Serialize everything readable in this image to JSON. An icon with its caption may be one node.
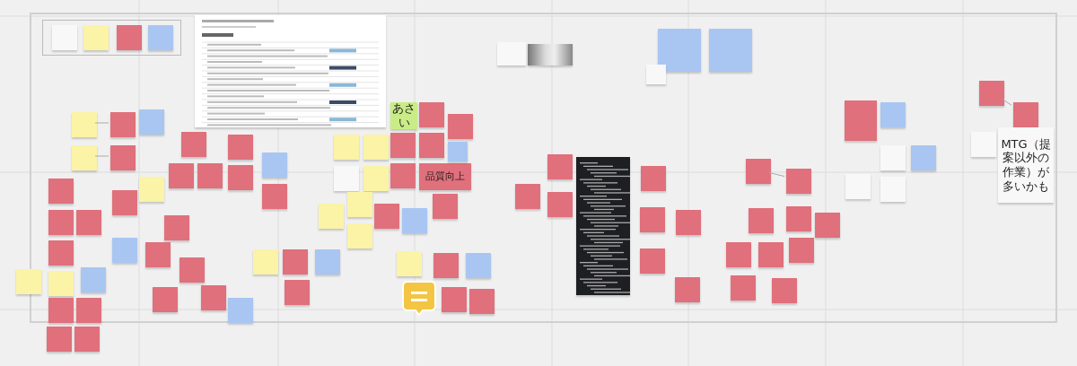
{
  "diagram": {
    "nodes": [
      {
        "text": [],
        "shape": "box"
      },
      {
        "text": [],
        "shape": "box",
        "in": 0
      },
      {
        "text": [],
        "shape": "box",
        "in": 1
      },
      {
        "text": [],
        "shape": "box",
        "in": 1
      },
      {
        "text": [],
        "shape": "box",
        "in": 1
      },
      {
        "text": [],
        "shape": "box",
        "in": 1
      },
      {
        "text": [],
        "shape": "picture",
        "in": 0
      },
      {
        "text": [],
        "shape": "box",
        "in": 0
      },
      {
        "text": [],
        "shape": "box",
        "in": 0
      },
      {
        "text": [],
        "shape": "box",
        "in": 0
      },
      {
        "text": [],
        "shape": "box",
        "in": 0
      },
      {
        "text": [],
        "shape": "box",
        "in": 0
      },
      {
        "text": [],
        "shape": "box",
        "in": 0
      },
      {
        "text": [],
        "shape": "box",
        "in": 0
      },
      {
        "text": [],
        "shape": "box",
        "in": 0
      },
      {
        "text": [],
        "shape": "box",
        "in": 0
      },
      {
        "text": [],
        "shape": "box"
      },
      {
        "text": [],
        "shape": "box",
        "in": 0
      },
      {
        "text": [],
        "shape": "box",
        "in": 0
      },
      {
        "text": [],
        "shape": "box",
        "in": 0
      },
      {
        "text": [],
        "shape": "box",
        "in": 0
      },
      {
        "text": [],
        "shape": "box"
      },
      {
        "text": [],
        "shape": "box"
      },
      {
        "text": [],
        "shape": "box",
        "in": 0
      },
      {
        "text": [],
        "shape": "box",
        "in": 0
      },
      {
        "text": [],
        "shape": "box",
        "in": 0
      },
      {
        "text": [],
        "shape": "box",
        "in": 0
      },
      {
        "text": [],
        "shape": "box",
        "in": 0
      },
      {
        "text": [],
        "shape": "box",
        "in": 0
      },
      {
        "text": [],
        "shape": "box",
        "in": 0
      },
      {
        "text": [],
        "shape": "box",
        "in": 0
      },
      {
        "text": [],
        "shape": "box",
        "in": 0
      },
      {
        "text": [],
        "shape": "box",
        "in": 0
      },
      {
        "text": [],
        "shape": "box",
        "in": 0
      },
      {
        "text": [],
        "shape": "box",
        "in": 0
      },
      {
        "text": [],
        "shape": "box",
        "in": 0
      },
      {
        "text": [],
        "shape": "box",
        "in": 0
      },
      {
        "text": [],
        "shape": "box",
        "in": 0
      },
      {
        "text": [],
        "shape": "box",
        "in": 0
      },
      {
        "text": [],
        "shape": "box",
        "in": 0
      },
      {
        "text": [],
        "shape": "box",
        "in": 0
      },
      {
        "text": [],
        "shape": "box",
        "in": 0
      },
      {
        "text": [],
        "shape": "box",
        "in": 0
      },
      {
        "text": [],
        "shape": "box",
        "in": 0
      },
      {
        "text": [],
        "shape": "box",
        "in": 0
      },
      {
        "text": [],
        "shape": "box",
        "in": 0
      },
      {
        "text": [],
        "shape": "box",
        "in": 0
      },
      {
        "text": [],
        "shape": "box",
        "in": 0
      },
      {
        "text": [],
        "shape": "box",
        "in": 0
      },
      {
        "text": [],
        "shape": "box",
        "in": 0
      },
      {
        "text": [],
        "shape": "box",
        "in": 0
      },
      {
        "text": [],
        "shape": "box",
        "in": 0
      },
      {
        "text": [
          "あさい"
        ],
        "in": 0
      },
      {
        "text": [],
        "shape": "box",
        "in": 0
      },
      {
        "text": [],
        "shape": "box",
        "in": 0
      },
      {
        "text": [],
        "shape": "box",
        "in": 0
      },
      {
        "text": [
          "品質向上"
        ],
        "in": 0
      },
      {
        "text": [],
        "shape": "box",
        "in": 0
      },
      {
        "text": [],
        "shape": "box",
        "in": 0
      },
      {
        "text": [],
        "shape": "box",
        "in": 0
      },
      {
        "text": [],
        "shape": "box",
        "in": 0
      },
      {
        "text": [],
        "shape": "box",
        "in": 0
      },
      {
        "text": [],
        "shape": "box",
        "in": 0
      },
      {
        "text": [],
        "shape": "box",
        "in": 0
      },
      {
        "text": [],
        "shape": "box",
        "in": 0
      },
      {
        "text": [],
        "shape": "box",
        "in": 0
      },
      {
        "text": [],
        "shape": "box",
        "in": 0
      },
      {
        "text": [],
        "shape": "picture",
        "in": 0
      },
      {
        "text": [],
        "shape": "box",
        "in": 0
      },
      {
        "text": [],
        "shape": "box",
        "in": 0
      },
      {
        "text": [],
        "shape": "box",
        "in": 0
      },
      {
        "text": [],
        "shape": "box",
        "in": 0
      },
      {
        "text": [],
        "shape": "box",
        "in": 0
      },
      {
        "text": [],
        "shape": "box",
        "in": 0
      },
      {
        "text": [],
        "shape": "picture",
        "in": 0
      },
      {
        "text": [],
        "shape": "box",
        "in": 0
      },
      {
        "text": [],
        "shape": "box",
        "in": 0
      },
      {
        "text": [],
        "shape": "box",
        "in": 0
      },
      {
        "text": [],
        "shape": "box",
        "in": 0
      },
      {
        "text": [],
        "shape": "box",
        "in": 0
      },
      {
        "text": [],
        "shape": "box",
        "in": 0
      },
      {
        "text": [],
        "shape": "box",
        "in": 0
      },
      {
        "text": [],
        "shape": "box",
        "in": 0
      },
      {
        "text": [],
        "shape": "box",
        "in": 0
      },
      {
        "text": [],
        "shape": "box",
        "in": 0
      },
      {
        "text": [],
        "shape": "box",
        "in": 0
      },
      {
        "text": [],
        "shape": "box",
        "in": 0
      },
      {
        "text": [],
        "shape": "box",
        "in": 0
      },
      {
        "text": [],
        "shape": "box",
        "in": 0
      },
      {
        "text": [],
        "shape": "box",
        "in": 0
      },
      {
        "text": [],
        "shape": "box",
        "in": 0
      },
      {
        "text": [],
        "shape": "box",
        "in": 0
      },
      {
        "text": [],
        "shape": "box",
        "in": 0
      },
      {
        "text": [],
        "shape": "box",
        "in": 0
      },
      {
        "text": [],
        "shape": "box",
        "in": 0
      },
      {
        "text": [],
        "shape": "box",
        "in": 0
      },
      {
        "text": [],
        "shape": "box",
        "in": 0
      },
      {
        "text": [],
        "shape": "box",
        "in": 0
      },
      {
        "text": [],
        "shape": "box",
        "in": 0
      },
      {
        "text": [
          "MTG（提案以外の作業）が多いかも"
        ],
        "in": 0
      }
    ],
    "edges": [
      {
        "from": 7,
        "to": 8,
        "arrow": "none"
      },
      {
        "from": 10,
        "to": 11,
        "arrow": "none"
      },
      {
        "from": 80,
        "to": 81,
        "arrow": "none"
      },
      {
        "from": 96,
        "to": 97,
        "arrow": "none"
      }
    ]
  }
}
